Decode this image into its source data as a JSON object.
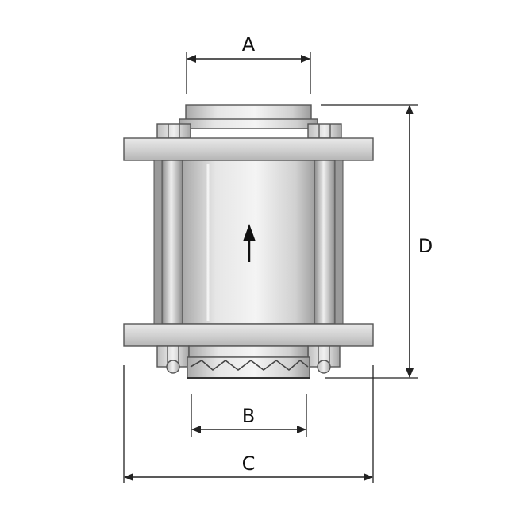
{
  "labels": {
    "a": "A",
    "b": "B",
    "c": "C",
    "d": "D"
  },
  "colors": {
    "metal_light": "#eeeeee",
    "metal_mid": "#c9c9c9",
    "metal_dark": "#8f8f8f",
    "outline": "#555555",
    "dimension": "#222222"
  }
}
